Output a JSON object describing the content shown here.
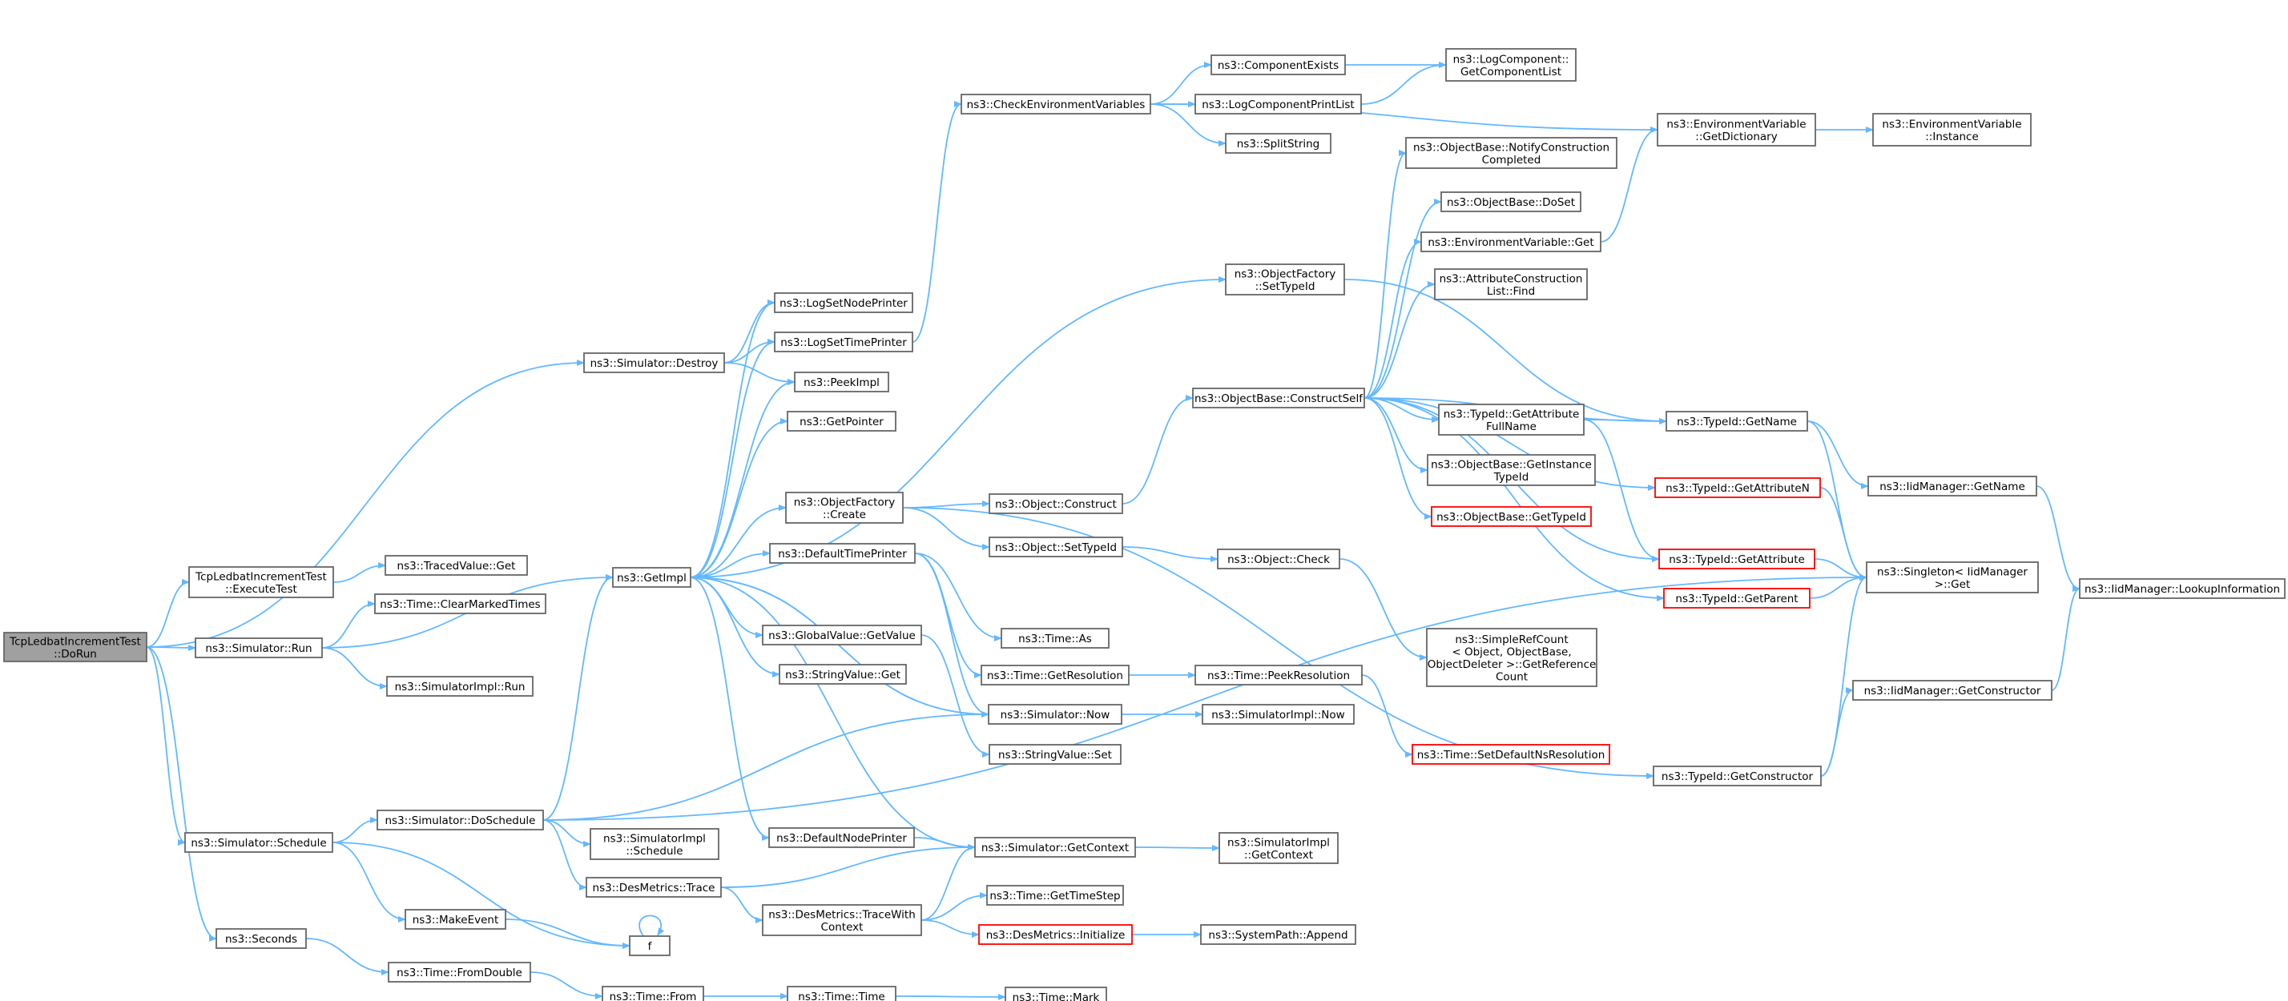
{
  "colors": {
    "edge": "#63b8ff",
    "node_border": "#666666",
    "root_fill": "#a0a0a0",
    "warn_border": "#ff0000"
  },
  "nodes": {
    "root": {
      "lines": [
        "TcpLedbatIncrementTest",
        "::DoRun"
      ],
      "style": "root"
    },
    "sim_destroy": {
      "lines": [
        "ns3::Simulator::Destroy"
      ]
    },
    "execute_test": {
      "lines": [
        "TcpLedbatIncrementTest",
        "::ExecuteTest"
      ]
    },
    "sim_run": {
      "lines": [
        "ns3::Simulator::Run"
      ]
    },
    "sim_schedule": {
      "lines": [
        "ns3::Simulator::Schedule"
      ]
    },
    "seconds": {
      "lines": [
        "ns3::Seconds"
      ]
    },
    "traced_get": {
      "lines": [
        "ns3::TracedValue::Get"
      ]
    },
    "clear_marked": {
      "lines": [
        "ns3::Time::ClearMarkedTimes"
      ]
    },
    "simimpl_run": {
      "lines": [
        "ns3::SimulatorImpl::Run"
      ]
    },
    "do_schedule": {
      "lines": [
        "ns3::Simulator::DoSchedule"
      ]
    },
    "make_event": {
      "lines": [
        "ns3::MakeEvent"
      ]
    },
    "f": {
      "lines": [
        "f"
      ]
    },
    "from_double": {
      "lines": [
        "ns3::Time::FromDouble"
      ]
    },
    "get_impl": {
      "lines": [
        "ns3::GetImpl"
      ]
    },
    "simimpl_schedule": {
      "lines": [
        "ns3::SimulatorImpl",
        "::Schedule"
      ]
    },
    "des_trace": {
      "lines": [
        "ns3::DesMetrics::Trace"
      ]
    },
    "time_from": {
      "lines": [
        "ns3::Time::From"
      ]
    },
    "log_node_printer": {
      "lines": [
        "ns3::LogSetNodePrinter"
      ]
    },
    "log_time_printer": {
      "lines": [
        "ns3::LogSetTimePrinter"
      ]
    },
    "peek_impl": {
      "lines": [
        "ns3::PeekImpl"
      ]
    },
    "get_pointer": {
      "lines": [
        "ns3::GetPointer"
      ]
    },
    "obj_factory_create": {
      "lines": [
        "ns3::ObjectFactory",
        "::Create"
      ]
    },
    "default_time_printer": {
      "lines": [
        "ns3::DefaultTimePrinter"
      ]
    },
    "gv_get_value": {
      "lines": [
        "ns3::GlobalValue::GetValue"
      ]
    },
    "string_get": {
      "lines": [
        "ns3::StringValue::Get"
      ]
    },
    "default_node_printer": {
      "lines": [
        "ns3::DefaultNodePrinter"
      ]
    },
    "trace_with_context": {
      "lines": [
        "ns3::DesMetrics::TraceWith",
        "Context"
      ]
    },
    "time_time": {
      "lines": [
        "ns3::Time::Time"
      ]
    },
    "check_env": {
      "lines": [
        "ns3::CheckEnvironmentVariables"
      ]
    },
    "object_construct": {
      "lines": [
        "ns3::Object::Construct"
      ]
    },
    "object_settypeid": {
      "lines": [
        "ns3::Object::SetTypeId"
      ]
    },
    "time_as": {
      "lines": [
        "ns3::Time::As"
      ]
    },
    "time_get_resolution": {
      "lines": [
        "ns3::Time::GetResolution"
      ]
    },
    "sim_now": {
      "lines": [
        "ns3::Simulator::Now"
      ]
    },
    "string_set": {
      "lines": [
        "ns3::StringValue::Set"
      ]
    },
    "sim_get_context": {
      "lines": [
        "ns3::Simulator::GetContext"
      ]
    },
    "time_get_timestep": {
      "lines": [
        "ns3::Time::GetTimeStep"
      ]
    },
    "des_initialize": {
      "lines": [
        "ns3::DesMetrics::Initialize"
      ],
      "style": "warn"
    },
    "time_mark": {
      "lines": [
        "ns3::Time::Mark"
      ]
    },
    "component_exists": {
      "lines": [
        "ns3::ComponentExists"
      ]
    },
    "log_component_print": {
      "lines": [
        "ns3::LogComponentPrintList"
      ]
    },
    "split_string": {
      "lines": [
        "ns3::SplitString"
      ]
    },
    "obj_factory_settypeid": {
      "lines": [
        "ns3::ObjectFactory",
        "::SetTypeId"
      ]
    },
    "construct_self": {
      "lines": [
        "ns3::ObjectBase::ConstructSelf"
      ]
    },
    "object_check": {
      "lines": [
        "ns3::Object::Check"
      ]
    },
    "time_peek_resolution": {
      "lines": [
        "ns3::Time::PeekResolution"
      ]
    },
    "simimpl_now": {
      "lines": [
        "ns3::SimulatorImpl::Now"
      ]
    },
    "simimpl_get_context": {
      "lines": [
        "ns3::SimulatorImpl",
        "::GetContext"
      ]
    },
    "system_path_append": {
      "lines": [
        "ns3::SystemPath::Append"
      ]
    },
    "get_component_list": {
      "lines": [
        "ns3::LogComponent::",
        "GetComponentList"
      ]
    },
    "notify_construction": {
      "lines": [
        "ns3::ObjectBase::NotifyConstruction",
        "Completed"
      ]
    },
    "objectbase_doset": {
      "lines": [
        "ns3::ObjectBase::DoSet"
      ]
    },
    "env_var_get": {
      "lines": [
        "ns3::EnvironmentVariable::Get"
      ]
    },
    "attr_construction_find": {
      "lines": [
        "ns3::AttributeConstruction",
        "List::Find"
      ]
    },
    "get_attribute_fullname": {
      "lines": [
        "ns3::TypeId::GetAttribute",
        "FullName"
      ]
    },
    "get_instance_typeid": {
      "lines": [
        "ns3::ObjectBase::GetInstance",
        "TypeId"
      ]
    },
    "objectbase_gettypeid": {
      "lines": [
        "ns3::ObjectBase::GetTypeId"
      ],
      "style": "warn"
    },
    "simple_ref_count": {
      "lines": [
        "ns3::SimpleRefCount",
        "< Object, ObjectBase,",
        "ObjectDeleter >::GetReference",
        "Count"
      ]
    },
    "set_default_ns_resolution": {
      "lines": [
        "ns3::Time::SetDefaultNsResolution"
      ],
      "style": "warn"
    },
    "env_var_get_dictionary": {
      "lines": [
        "ns3::EnvironmentVariable",
        "::GetDictionary"
      ]
    },
    "typeid_getname": {
      "lines": [
        "ns3::TypeId::GetName"
      ]
    },
    "typeid_get_attribute_n": {
      "lines": [
        "ns3::TypeId::GetAttributeN"
      ],
      "style": "warn"
    },
    "typeid_get_attribute": {
      "lines": [
        "ns3::TypeId::GetAttribute"
      ],
      "style": "warn"
    },
    "typeid_get_parent": {
      "lines": [
        "ns3::TypeId::GetParent"
      ],
      "style": "warn"
    },
    "typeid_get_constructor": {
      "lines": [
        "ns3::TypeId::GetConstructor"
      ]
    },
    "env_var_instance": {
      "lines": [
        "ns3::EnvironmentVariable",
        "::Instance"
      ]
    },
    "iidmanager_getname": {
      "lines": [
        "ns3::IidManager::GetName"
      ]
    },
    "singleton_get": {
      "lines": [
        "ns3::Singleton< IidManager",
        ">::Get"
      ]
    },
    "iidmanager_get_constructor": {
      "lines": [
        "ns3::IidManager::GetConstructor"
      ]
    },
    "iidmanager_lookup": {
      "lines": [
        "ns3::IidManager::LookupInformation"
      ]
    }
  }
}
